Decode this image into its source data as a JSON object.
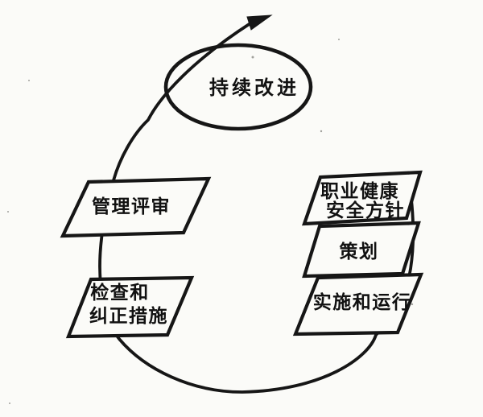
{
  "colors": {
    "paper": "#fbfbf8",
    "ink": "#161616"
  },
  "diagram": {
    "nodes": {
      "continual_improvement": {
        "label": "持续改进"
      },
      "ohs_policy": {
        "line1": "职业健康",
        "line2": "安全方针"
      },
      "planning": {
        "label": "策划"
      },
      "implementation_operation": {
        "label": "实施和运行"
      },
      "checking_corrective_action": {
        "line1": "检查和",
        "line2": "纠正措施"
      },
      "management_review": {
        "label": "管理评审"
      }
    }
  }
}
